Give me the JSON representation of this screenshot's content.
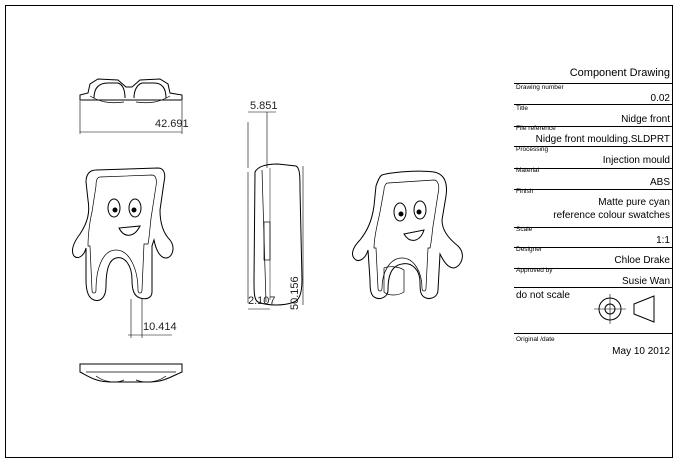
{
  "dimensions": {
    "width_top": "42.691",
    "thickness_top": "5.851",
    "height_side": "50.156",
    "offset_small": "2.107",
    "leg_width": "10.414"
  },
  "title_block": {
    "heading": "Component Drawing",
    "drawing_number_caption": "Drawing number",
    "drawing_number": "0.02",
    "title_caption": "Title",
    "title": "Nidge front",
    "file_caption": "File reference",
    "file": "Nidge front moulding.SLDPRT",
    "processing_caption": "Processing",
    "processing": "Injection mould",
    "material_caption": "Material",
    "material": "ABS",
    "finish_caption": "Finish",
    "finish_line1": "Matte pure cyan",
    "finish_line2": "reference colour swatches",
    "scale_caption": "Scale",
    "scale": "1:1",
    "designer_caption": "Designer",
    "designer": "Chloe Drake",
    "approved_caption": "Approved by",
    "approved": "Susie Wan",
    "note": "do not scale",
    "date_caption": "Original /date",
    "date": "May 10 2012"
  },
  "colors": {
    "line": "#000000",
    "dimension": "#222222",
    "background": "#ffffff"
  },
  "icons": [
    "third-angle-projection-icon"
  ]
}
